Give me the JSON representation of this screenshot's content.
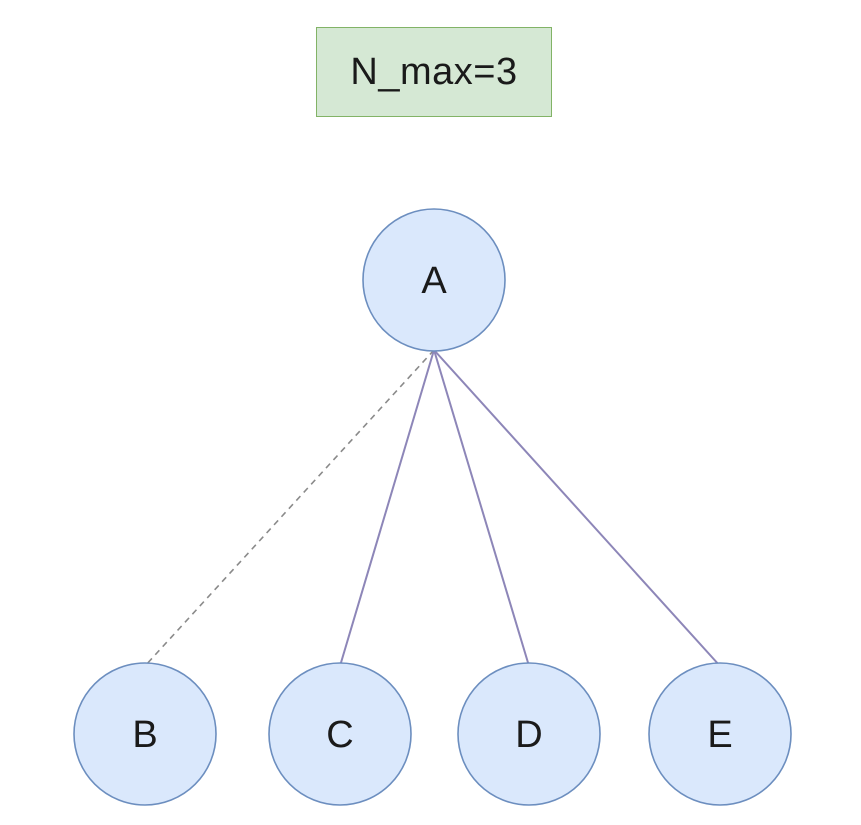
{
  "header": {
    "label": "N_max=3"
  },
  "nodes": {
    "A": "A",
    "B": "B",
    "C": "C",
    "D": "D",
    "E": "E"
  },
  "colors": {
    "node_fill": "#dae8fc",
    "node_stroke": "#6c8ebf",
    "edge_solid": "#8d86b8",
    "edge_dashed": "#8a8a8a",
    "label_fill": "#d5e8d4",
    "label_stroke": "#82b366"
  }
}
